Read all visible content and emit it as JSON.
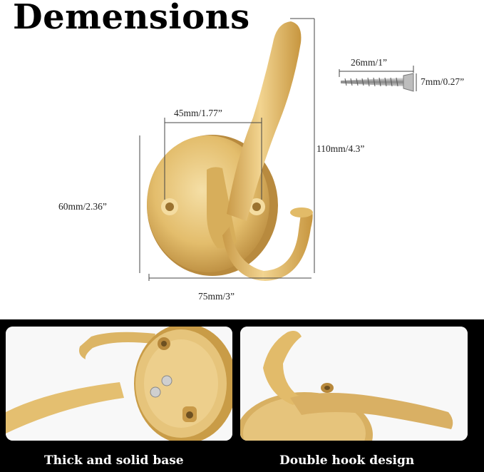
{
  "heading": "Demensions",
  "dimensions": {
    "screw_length": "26mm/1”",
    "screw_diameter": "7mm/0.27”",
    "hole_spacing": "45mm/1.77”",
    "total_height": "110mm/4.3”",
    "base_height": "60mm/2.36”",
    "base_width": "75mm/3”"
  },
  "features": [
    {
      "caption": "Thick and solid base"
    },
    {
      "caption": "Double hook design"
    }
  ],
  "colors": {
    "brass_light": "#f1d48e",
    "brass_mid": "#dcb663",
    "brass_dark": "#b58a3e",
    "band": "#000000"
  }
}
